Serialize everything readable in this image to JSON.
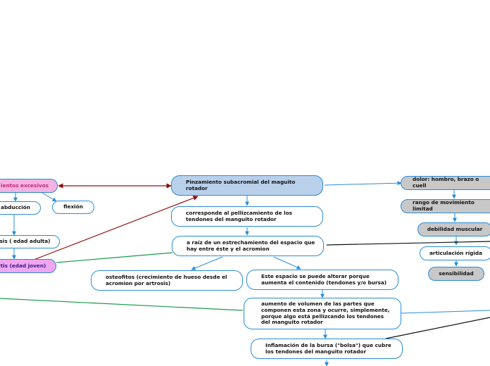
{
  "colors": {
    "node_border": "#2a8bd6",
    "arrow_blue": "#2a8bd6",
    "link_dark_red": "#8b1010",
    "link_green": "#1a9a4a",
    "link_black": "#111111"
  },
  "nodes": {
    "movimientos": "ientos excesivos",
    "abduccion": "abducción",
    "flexion": "flexión",
    "artrosis": "sis ( edad adulta)",
    "tendinitis": "tis (edad joven)",
    "pinzamiento": "Pinzamiento subacromial del maguito rotador",
    "pellizcamiento": "corresponde al pellizcamiento de los tendones del manguito rotador",
    "estrechamiento": "a raíz de un estrechamiento del espacio que hay entre éste y el acromion",
    "osteofitos": "osteofitos (crecimiento de hueso desde el acromion por artrosis)",
    "espacio": "Este espacio se puede alterar porque aumenta el contenido (tendones y/o bursa)",
    "aumento": "aumento de volumen de las partes que componen esta zona y ocurre, simplemente, porque algo está pellizcando los tendones del manguito rotador",
    "inflamacion": "Inflamación de la bursa (\"bolsa\") que cubre los tendones del manguito rotador",
    "dolor": "dolor: hombro, brazo o cuell",
    "rango": "rango de movimiento limitad",
    "debilidad": "debilidad muscular",
    "articulacion": "articulación rígida",
    "sensibilidad": "sensibilidad"
  }
}
